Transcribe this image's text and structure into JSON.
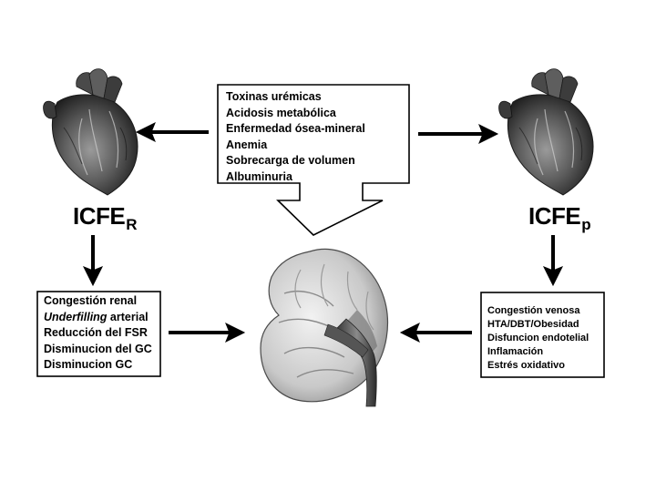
{
  "center_box": {
    "items": [
      "Toxinas urémicas",
      "Acidosis metabólica",
      "Enfermedad ósea-mineral",
      "Anemia",
      "Sobrecarga de volumen",
      "Albuminuria"
    ]
  },
  "left_label": {
    "main": "ICFE",
    "sub": "R"
  },
  "right_label": {
    "main": "ICFE",
    "sub": "p"
  },
  "left_box": {
    "line1": "Congestión renal",
    "line2_italic": "Underfilling",
    "line2_rest": " arterial",
    "line3": "Reducción del FSR",
    "line4": "Disminucion del GC",
    "line5": "Disminucion GC"
  },
  "right_box": {
    "items": [
      "Congestión venosa",
      "HTA/DBT/Obesidad",
      "Disfuncion endotelial",
      "Inflamación",
      "Estrés oxidativo"
    ]
  },
  "colors": {
    "line": "#000000",
    "heart_dark": "#2b2b2b",
    "heart_mid": "#7a7a7a",
    "kidney_light": "#d6d6d6"
  },
  "icons": [
    "heart-left-icon",
    "heart-right-icon",
    "kidney-icon"
  ]
}
